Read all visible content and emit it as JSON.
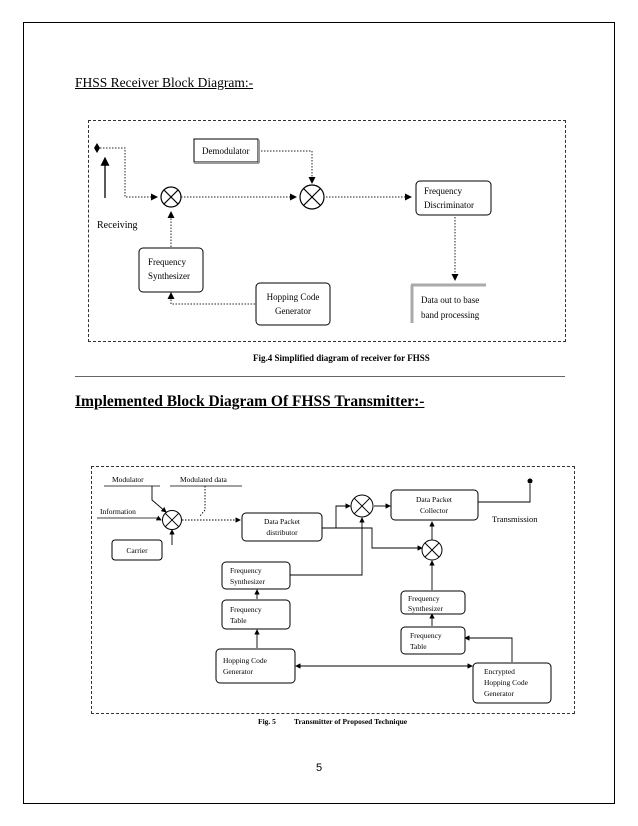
{
  "headings": {
    "receiver": "FHSS Receiver Block Diagram:-",
    "transmitter": "Implemented Block Diagram Of FHSS Transmitter:-"
  },
  "figure4": {
    "demodulator": "Demodulator",
    "receiving": "Receiving",
    "freq_disc": [
      "Frequency",
      "Discriminator"
    ],
    "freq_synth": [
      "Frequency",
      "Synthesizer"
    ],
    "hopping": [
      "Hopping Code",
      "Generator"
    ],
    "data_out": [
      "Data out to base",
      "band processing"
    ],
    "caption": "Fig.4 Simplified diagram of receiver for FHSS"
  },
  "figure5": {
    "modulator": "Modulator",
    "modulated_data": "Modulated data",
    "information": "Information",
    "carrier": "Carrier",
    "distributor": [
      "Data Packet",
      "distributor"
    ],
    "collector": [
      "Data Packet",
      "Collector"
    ],
    "transmission": "Transmission",
    "synth_left": [
      "Frequency",
      "Synthesizer"
    ],
    "table_left": [
      "Frequency",
      "Table"
    ],
    "hop_left": [
      "Hopping Code",
      "Generator"
    ],
    "synth_right": [
      "Frequency",
      "Synthesizer"
    ],
    "table_right": [
      "Frequency",
      "Table"
    ],
    "hop_right": [
      "Encrypted",
      "Hopping Code",
      "Generator"
    ],
    "caption_fig": "Fig. 5",
    "caption_text": "Transmitter of Proposed Technique"
  },
  "page_number": "5"
}
